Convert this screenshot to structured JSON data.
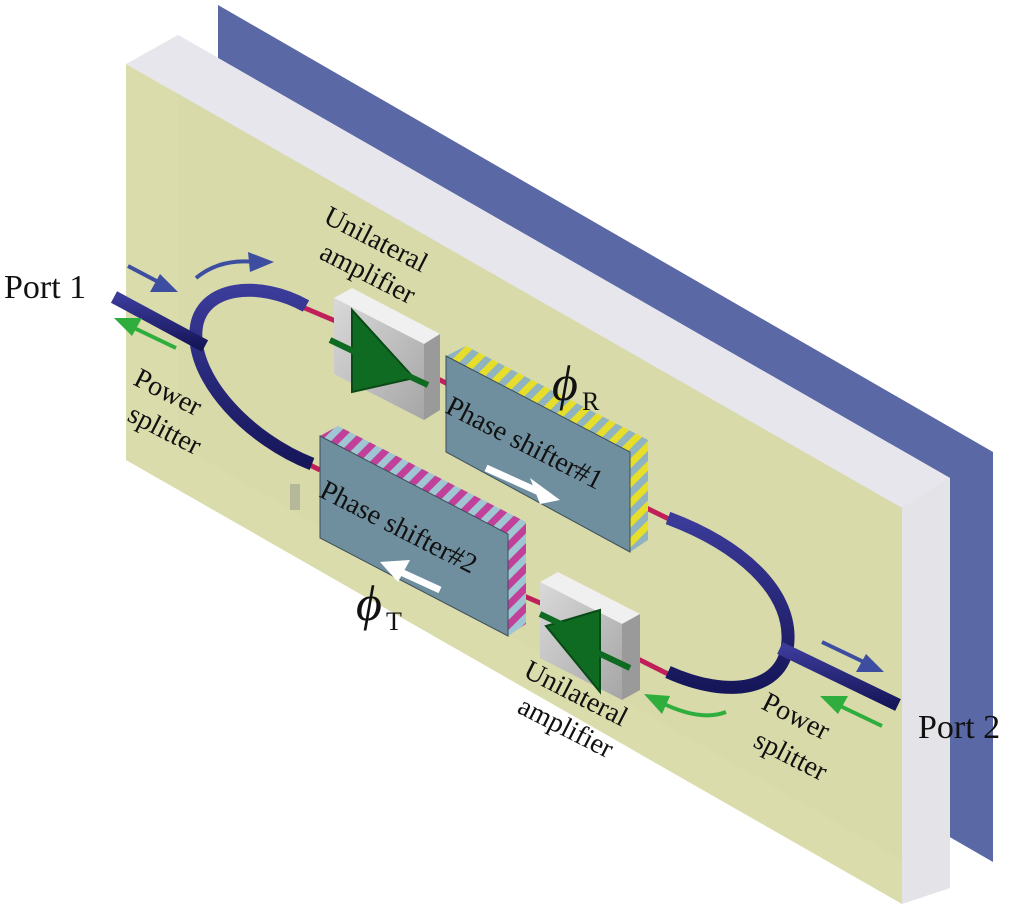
{
  "labels": {
    "port1": "Port 1",
    "port2": "Port 2",
    "amp_top": [
      "Unilateral",
      "amplifier"
    ],
    "amp_bottom": [
      "Unilateral",
      "amplifier"
    ],
    "splitter_left": [
      "Power",
      "splitter"
    ],
    "splitter_right": [
      "Power",
      "splitter"
    ],
    "phase_shifter_1": "Phase shifter#1",
    "phase_shifter_2": "Phase shifter#2",
    "phi_symbol": "ϕ",
    "phi_r_sub": "R",
    "phi_t_sub": "T"
  },
  "colors": {
    "chip_surface": "#d6d8a8",
    "glass_layer": "#d6d6e0",
    "back_plate": "#5a68a6",
    "waveguide": "#1e1e6e",
    "thin_waveguide": "#c0205a",
    "amplifier_box": "#bcbcbc",
    "amplifier_triangle": "#0f6a22",
    "phase_shifter": "#6f8f9f",
    "ps1_stripe": "#e6de2a",
    "ps2_stripe": "#c0409a",
    "arrow_blue": "#3d4ea0",
    "arrow_green": "#2fae3e",
    "arrow_white": "#ffffff"
  },
  "icons": [
    "amplifier-triangle-icon",
    "arrow-icon"
  ]
}
